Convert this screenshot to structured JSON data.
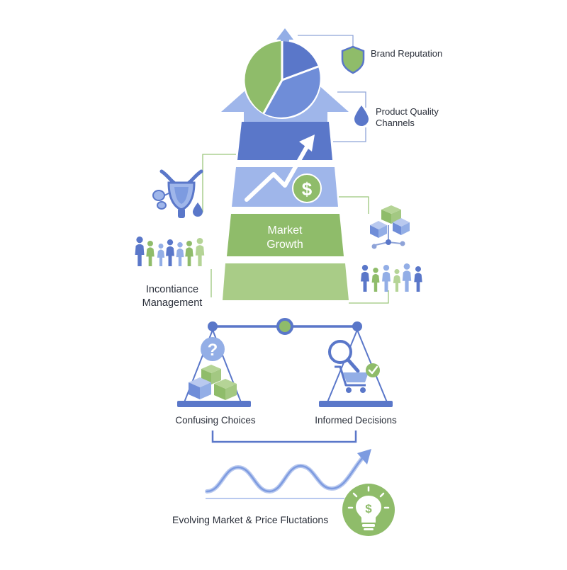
{
  "labels": {
    "brand_reputation": "Brand Reputation",
    "product_quality_line1": "Product Quality",
    "product_quality_line2": "Channels",
    "market_growth_line1": "Market",
    "market_growth_line2": "Growth",
    "incontiance_line1": "Incontiance",
    "incontiance_line2": "Management",
    "confusing_choices": "Confusing Choices",
    "informed_decisions": "Informed Decisions",
    "evolving_market": "Evolving Market & Price Fluctations",
    "dollar_sign": "$",
    "question_mark": "?"
  },
  "colors": {
    "blue_dark": "#5a77c9",
    "blue_light": "#93aee6",
    "blue_pale": "#b9c9ef",
    "green": "#8fbc6a",
    "green_light": "#b5d496",
    "line": "#4e6bc0",
    "text": "#2a2f3a"
  },
  "icons": [
    "shield-icon",
    "water-drop-icon",
    "pie-chart-icon",
    "trend-arrow-icon",
    "dollar-coin-icon",
    "uterus-icon",
    "people-group-icon",
    "cubes-network-icon",
    "balance-scale-icon",
    "question-mark-icon",
    "magnifier-icon",
    "shopping-cart-icon",
    "checkmark-icon",
    "wave-arrow-icon",
    "lightbulb-dollar-icon"
  ]
}
